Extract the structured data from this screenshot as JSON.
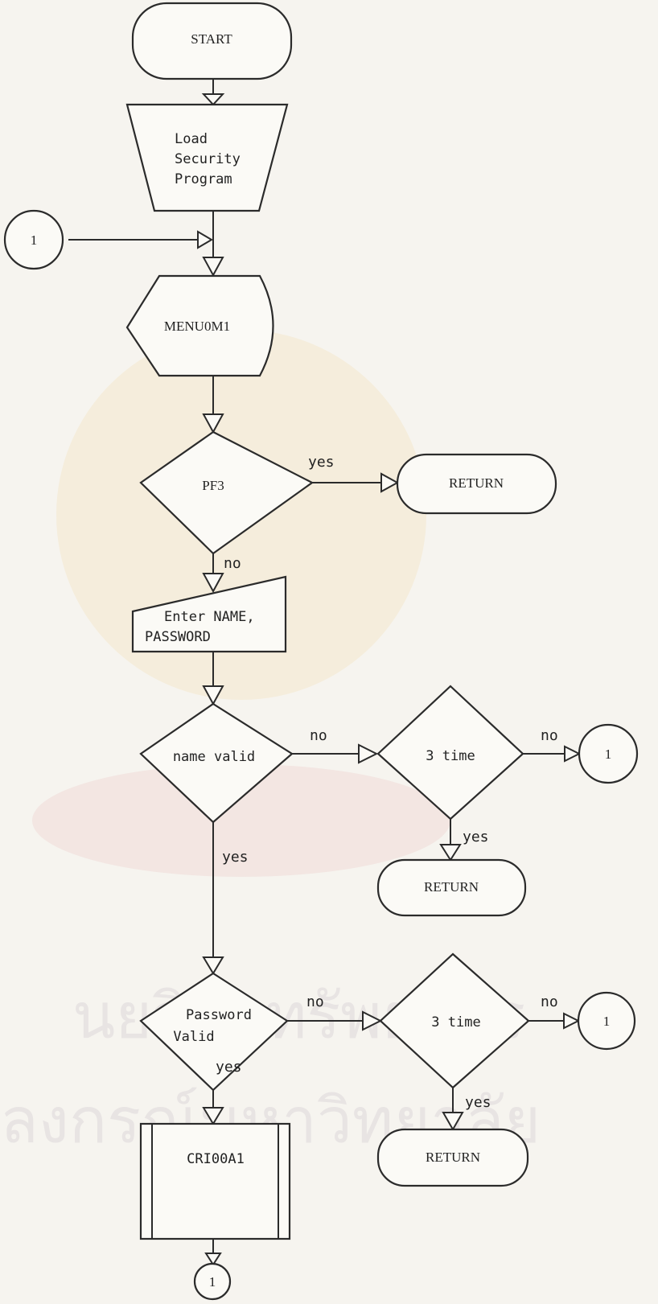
{
  "nodes": {
    "start": "START",
    "load_lines": [
      "Load",
      "Security",
      "Program"
    ],
    "menu": "MENU0M1",
    "pf3": "PF3",
    "return_pf3": "RETURN",
    "input_lines": [
      "Enter NAME,",
      "PASSWORD"
    ],
    "name_valid": "name valid",
    "name_retry": "3 time",
    "return_name": "RETURN",
    "password_lines": [
      "Password",
      "Valid"
    ],
    "password_retry": "3 time",
    "return_password": "RETURN",
    "subprogram": "CRI00A1",
    "connector": "1"
  },
  "edge_labels": {
    "pf3_yes": "yes",
    "pf3_no": "no",
    "name_no": "no",
    "name_yes": "yes",
    "name_retry_no": "no",
    "name_retry_yes": "yes",
    "password_no": "no",
    "password_yes": "yes",
    "password_retry_no": "no",
    "password_retry_yes": "yes"
  },
  "watermark": {
    "text_lines": [
      "นยวิทยทรัพยากร",
      "ลงกรณ์มหาวิทยาลัย"
    ]
  }
}
